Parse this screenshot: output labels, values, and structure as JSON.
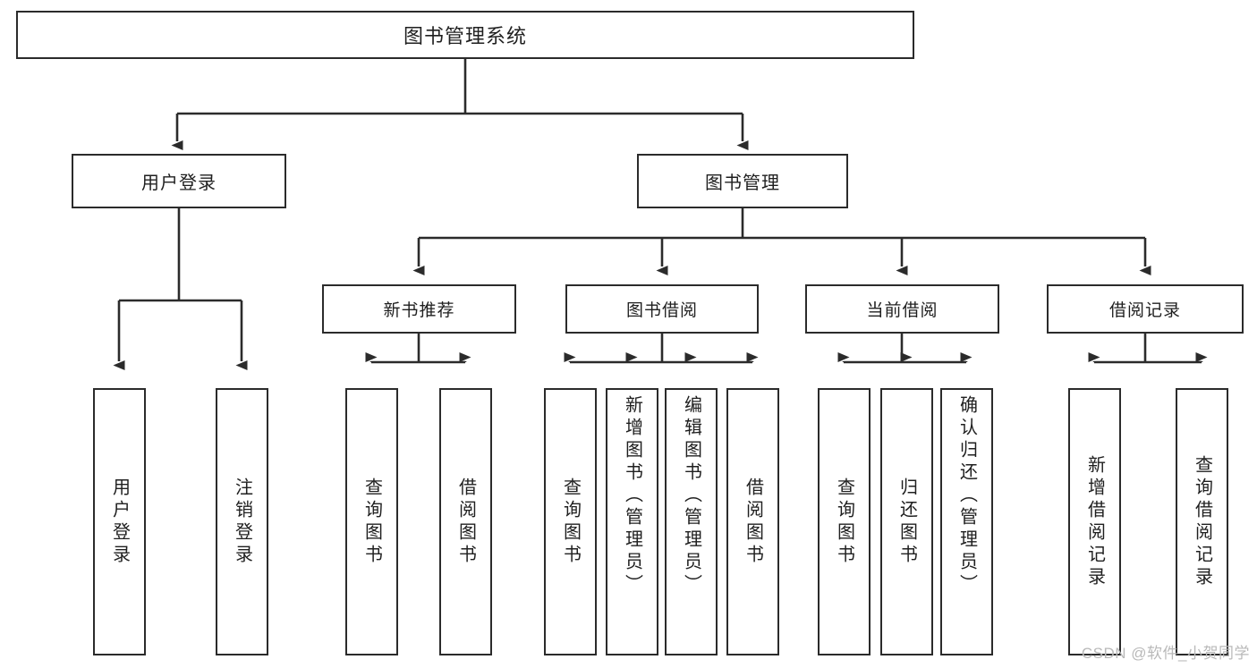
{
  "diagram": {
    "title": "图书管理系统",
    "type": "tree-hierarchy",
    "root": {
      "label": "图书管理系统"
    },
    "level2": [
      {
        "label": "用户登录"
      },
      {
        "label": "图书管理"
      }
    ],
    "level3": [
      {
        "label": "新书推荐"
      },
      {
        "label": "图书借阅"
      },
      {
        "label": "当前借阅"
      },
      {
        "label": "借阅记录"
      }
    ],
    "leaves_user_login": [
      {
        "label": "用户登录"
      },
      {
        "label": "注销登录"
      }
    ],
    "leaves_new_book": [
      {
        "label": "查询图书"
      },
      {
        "label": "借阅图书"
      }
    ],
    "leaves_borrow": [
      {
        "label": "查询图书"
      },
      {
        "label": "新增图书（管理员）"
      },
      {
        "label": "编辑图书（管理员）"
      },
      {
        "label": "借阅图书"
      }
    ],
    "leaves_current": [
      {
        "label": "查询图书"
      },
      {
        "label": "归还图书"
      },
      {
        "label": "确认归还（管理员）"
      }
    ],
    "leaves_records": [
      {
        "label": "新增借阅记录"
      },
      {
        "label": "查询借阅记录"
      }
    ]
  },
  "watermark": {
    "text": "CSDN @软件_小贺同学"
  },
  "colors": {
    "border": "#2b2b2b",
    "text": "#1f1f1f",
    "background": "#ffffff",
    "watermark": "#b9b9b9"
  }
}
